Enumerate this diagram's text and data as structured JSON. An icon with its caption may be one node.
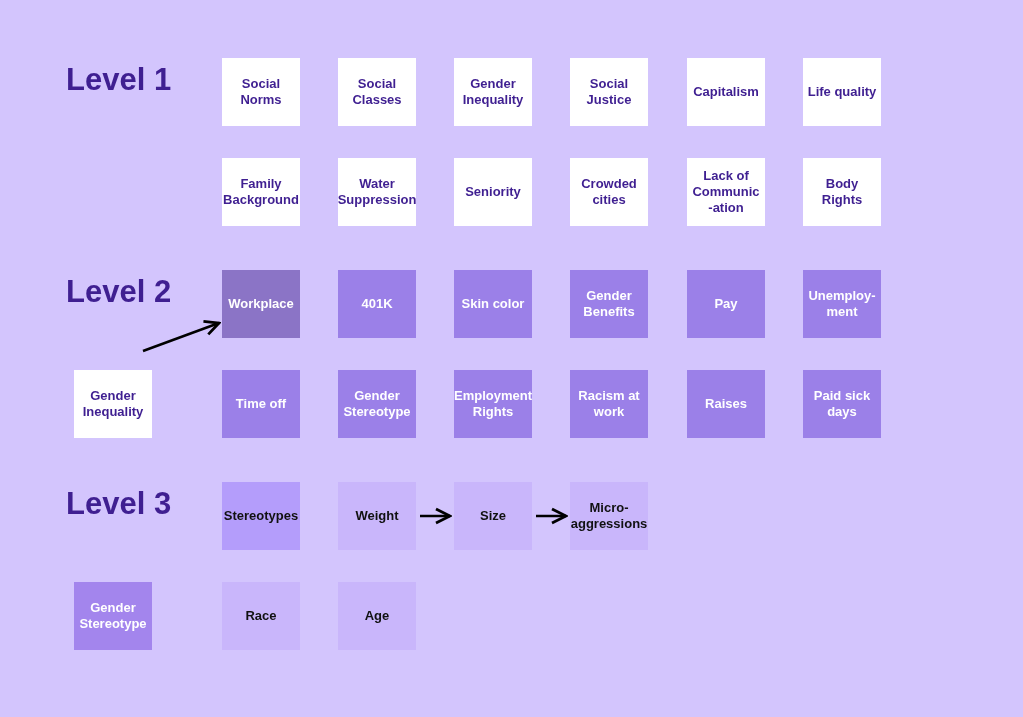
{
  "diagram": {
    "nodes": [
      {
        "text": [
          "Social Norms"
        ]
      },
      {
        "text": [
          "Social Classes"
        ]
      },
      {
        "text": [
          "Gender Inequality"
        ]
      },
      {
        "text": [
          "Social Justice"
        ]
      },
      {
        "text": [
          "Capitalism"
        ]
      },
      {
        "text": [
          "Life quality"
        ]
      },
      {
        "text": [
          "Family Background"
        ]
      },
      {
        "text": [
          "Water Suppression"
        ]
      },
      {
        "text": [
          "Seniority"
        ]
      },
      {
        "text": [
          "Crowded cities"
        ]
      },
      {
        "text": [
          "Lack of Communic -ation"
        ]
      },
      {
        "text": [
          "Body Rights"
        ]
      },
      {
        "text": [
          "Workplace"
        ]
      },
      {
        "text": [
          "401K"
        ]
      },
      {
        "text": [
          "Skin color"
        ]
      },
      {
        "text": [
          "Gender Benefits"
        ]
      },
      {
        "text": [
          "Pay"
        ]
      },
      {
        "text": [
          "Unemploy- ment"
        ]
      },
      {
        "text": [
          "Gender Inequality"
        ]
      },
      {
        "text": [
          "Time off"
        ]
      },
      {
        "text": [
          "Gender Stereotype"
        ]
      },
      {
        "text": [
          "Employment Rights"
        ]
      },
      {
        "text": [
          "Racism at work"
        ]
      },
      {
        "text": [
          "Raises"
        ]
      },
      {
        "text": [
          "Paid sick days"
        ]
      },
      {
        "text": [
          "Stereotypes"
        ]
      },
      {
        "text": [
          "Weight"
        ]
      },
      {
        "text": [
          "Size"
        ]
      },
      {
        "text": [
          "Micro- aggressions"
        ]
      },
      {
        "text": [
          "Gender Stereotype"
        ]
      },
      {
        "text": [
          "Race"
        ]
      },
      {
        "text": [
          "Age"
        ]
      }
    ],
    "edges": [
      {
        "from": null,
        "to": 12,
        "arrow": "to"
      },
      {
        "from": 26,
        "to": 27,
        "arrow": "to"
      },
      {
        "from": 27,
        "to": 28,
        "arrow": "to"
      }
    ],
    "labels": [
      "Level 1",
      "Level 2",
      "Level 3"
    ]
  }
}
